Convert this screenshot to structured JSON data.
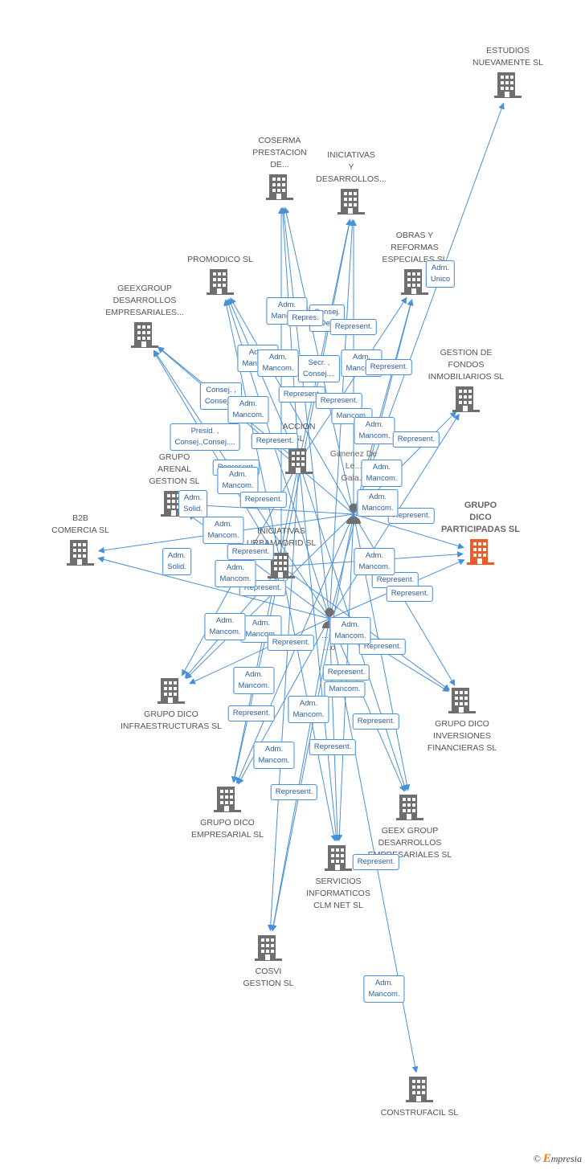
{
  "colors": {
    "edge": "#4a90d9",
    "building": "#6f6f6f",
    "highlight": "#f05a28",
    "person": "#6f6f6f",
    "badge_text": "#2b5fa7"
  },
  "nodes": [
    {
      "id": "estudios",
      "label": "ESTUDIOS\nNUEVAMENTE SL"
    },
    {
      "id": "coserma",
      "label": "COSERMA\nPRESTACION\nDE..."
    },
    {
      "id": "iniciativas_y",
      "label": "INICIATIVAS\nY\nDESARROLLOS..."
    },
    {
      "id": "obras",
      "label": "OBRAS Y\nREFORMAS\nESPECIALES SL"
    },
    {
      "id": "promodico",
      "label": "PROMODICO SL"
    },
    {
      "id": "geexgroup_des",
      "label": "GEEXGROUP\nDESARROLLOS\nEMPRESARIALES..."
    },
    {
      "id": "gestion_fondos",
      "label": "GESTION DE\nFONDOS\nINMOBILIARIOS SL"
    },
    {
      "id": "accion",
      "label": "ACCION\nSL"
    },
    {
      "id": "grupo_arenal",
      "label": "GRUPO\nARENAL\nGESTION SL"
    },
    {
      "id": "grupo_dico_part",
      "label": "GRUPO\nDICO\nPARTICIPADAS SL"
    },
    {
      "id": "b2b",
      "label": "B2B\nCOMERCIA SL"
    },
    {
      "id": "iniciativas_urba",
      "label": "INICIATIVAS\nURBAMADRID SL"
    },
    {
      "id": "grupo_dico_infra",
      "label": "GRUPO DICO\nINFRAESTRUCTURAS SL"
    },
    {
      "id": "grupo_dico_inv",
      "label": "GRUPO DICO\nINVERSIONES\nFINANCIERAS SL"
    },
    {
      "id": "grupo_dico_emp",
      "label": "GRUPO DICO\nEMPRESARIAL SL"
    },
    {
      "id": "geex_group_des",
      "label": "GEEX GROUP\nDESARROLLOS\nEMPRESARIALES SL"
    },
    {
      "id": "servicios",
      "label": "SERVICIOS\nINFORMATICOS\nCLM NET SL"
    },
    {
      "id": "cosvi",
      "label": "COSVI\nGESTION SL"
    },
    {
      "id": "construfacil",
      "label": "CONSTRUFACIL SL"
    }
  ],
  "persons": [
    {
      "id": "p1",
      "label": "Gimenez De\nLe...\nGala..."
    },
    {
      "id": "p2",
      "label": "...ez\n...o"
    }
  ],
  "badges": [
    "Adm.\nUnico",
    "Adm.\nMancom.",
    "Consej.\nDel.",
    "Repres.",
    "Represent.",
    "Adm.\nMancom.",
    "Adm.\nMancom.",
    "Secr. ,\nConsej....",
    "Adm.\nMancom.",
    "Represent.",
    "Consej. ,\nConsej....",
    "Adm.\nMancom.",
    "Represent.",
    "Represent.",
    "Mancom.",
    "Adm.\nMancom.",
    "Represent.",
    "Presid. ,\nConsej.,Consej....",
    "Represent.",
    "Represent.",
    "Adm.\nMancom.",
    "Adm.\nSolid.",
    "Represent.",
    "Adm.\nMancom.",
    "Represent.",
    "Adm.\nMancom.",
    "Represent.",
    "Adm.\nMancom.",
    "Adm.\nSolid.",
    "Represent.",
    "Adm.\nMancom.",
    "Represent.",
    "Adm.\nMancom.",
    "Represent.",
    "Adm.\nMancom.",
    "Represent.",
    "Adm.\nMancom.",
    "Represent.",
    "Adm.\nMancom.",
    "Represent.",
    "Adm.\nMancom.",
    "Represent.",
    "Mancom.",
    "Adm.\nMancom.",
    "Represent.",
    "Adm.\nMancom.",
    "Represent.",
    "Represent.",
    "Represent.",
    "Adm.\nMancom."
  ],
  "footer": {
    "copyright": "©",
    "brand_e": "E",
    "brand_rest": "mpresia"
  }
}
